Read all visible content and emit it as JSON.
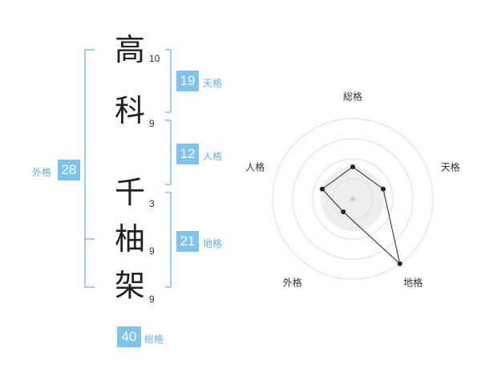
{
  "name": {
    "characters": [
      {
        "char": "高",
        "strokes": "10"
      },
      {
        "char": "科",
        "strokes": "9"
      },
      {
        "char": "千",
        "strokes": "3"
      },
      {
        "char": "柚",
        "strokes": "9"
      },
      {
        "char": "架",
        "strokes": "9"
      }
    ]
  },
  "fortunes": {
    "tenkaku": {
      "label": "天格",
      "value": "19"
    },
    "jinkaku": {
      "label": "人格",
      "value": "12"
    },
    "chikaku": {
      "label": "地格",
      "value": "21"
    },
    "gaikaku": {
      "label": "外格",
      "value": "28"
    },
    "soukaku": {
      "label": "総格",
      "value": "40"
    }
  },
  "chart_data": {
    "type": "radar",
    "axes": [
      "総格",
      "天格",
      "地格",
      "外格",
      "人格"
    ],
    "values": [
      2,
      2,
      5,
      1,
      2
    ],
    "range": [
      0,
      5
    ],
    "rings": 4,
    "colors": {
      "line": "#222222",
      "ring": "#dddddd",
      "fill": "#eeeeee"
    }
  },
  "colors": {
    "accent": "#7ec3ee",
    "bracket": "#7ec3ee"
  }
}
